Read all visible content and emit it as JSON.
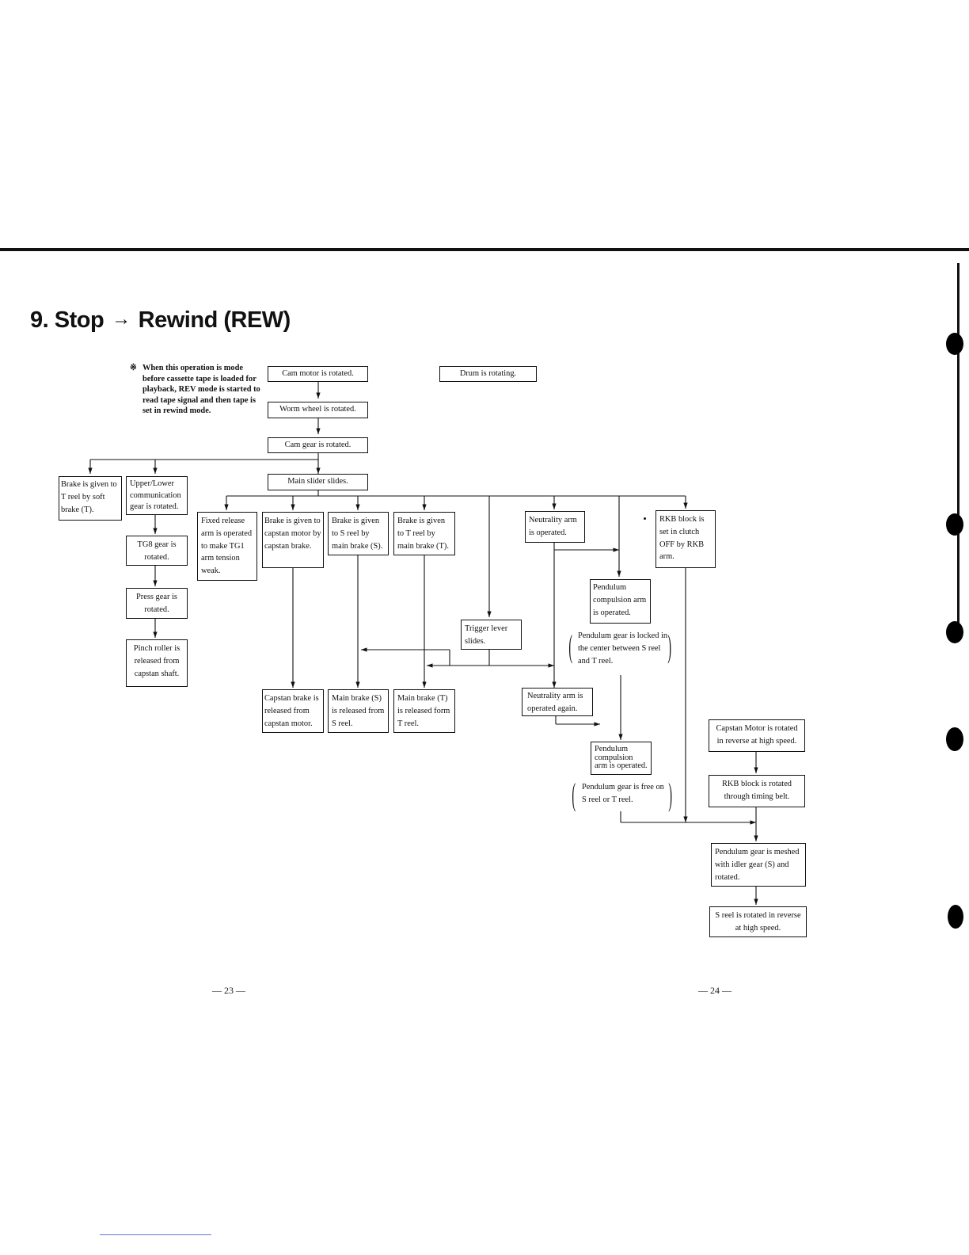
{
  "page": {
    "title_left": "9. Stop",
    "title_arrow": "→",
    "title_right": "Rewind (REW)",
    "page_left": "— 23 —",
    "page_right": "— 24 —"
  },
  "note": {
    "mark": "※",
    "text": "When this operation is mode before cassette tape is loaded for playback, REV mode is started to read tape signal and then tape is set in rewind mode."
  },
  "boxes": {
    "cam_motor": "Cam motor is rotated.",
    "drum": "Drum is rotating.",
    "worm_wheel": "Worm wheel is rotated.",
    "cam_gear": "Cam gear is rotated.",
    "brake_t_soft": "Brake is given to T reel by soft brake (T).",
    "upper_lower": "Upper/Lower communication gear is rotated.",
    "main_slider": "Main slider slides.",
    "tg8": "TG8 gear is rotated.",
    "press_gear": "Press gear is rotated.",
    "pinch_roller": "Pinch roller is released from capstan shaft.",
    "fixed_release": "Fixed release arm is operated to make TG1 arm tension weak.",
    "brake_capstan": "Brake is given to capstan motor by capstan brake.",
    "brake_s": "Brake is given to S reel by main brake (S).",
    "brake_t": "Brake is given to T reel by main brake (T).",
    "neutrality_arm": "Neutrality arm is operated.",
    "rkb_clutch": "RKB block is set in clutch OFF by RKB arm.",
    "pendulum_comp_1": "Pendulum compulsion arm is operated.",
    "trigger_lever": "Trigger lever slides.",
    "capstan_released": "Capstan brake is released from capstan motor.",
    "main_brake_s_released": "Main brake (S) is released from S reel.",
    "main_brake_t_released": "Main brake (T) is released form T reel.",
    "neutrality_again": "Neutrality arm is operated again.",
    "pendulum_comp_2": "Pendulum compulsion arm is operated.",
    "capstan_reverse": "Capstan Motor is rotated in reverse at high speed.",
    "rkb_timing": "RKB block is rotated through timing belt.",
    "pendulum_meshed": "Pendulum gear is meshed with idler gear (S) and rotated.",
    "s_reel_reverse": "S reel is rotated in reverse at high speed."
  },
  "notes_paren": {
    "locked": "Pendulum gear is locked in the center between S reel and T reel.",
    "free": "Pendulum gear is free on S reel or T reel."
  }
}
